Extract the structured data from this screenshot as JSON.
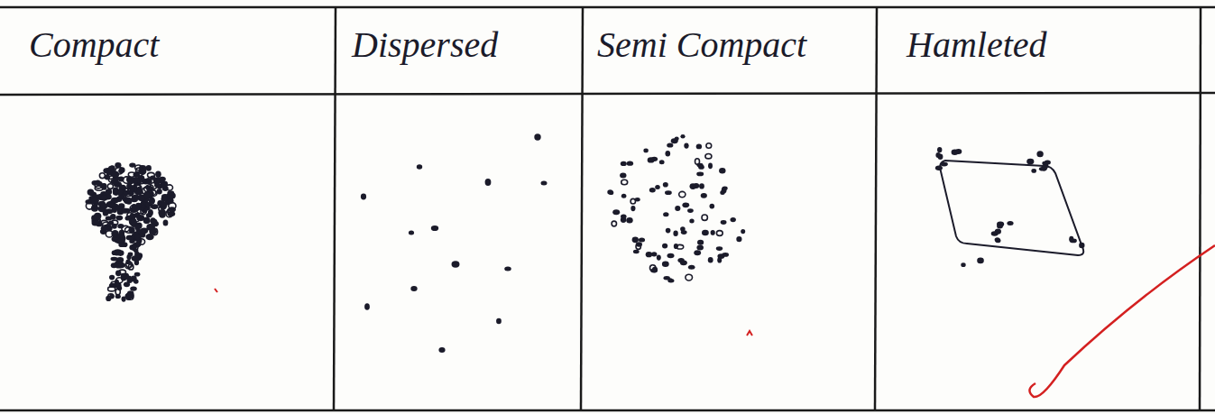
{
  "diagram": {
    "labels": [
      "Compact",
      "Dispersed",
      "Semi Compact",
      "Hamleted"
    ]
  }
}
